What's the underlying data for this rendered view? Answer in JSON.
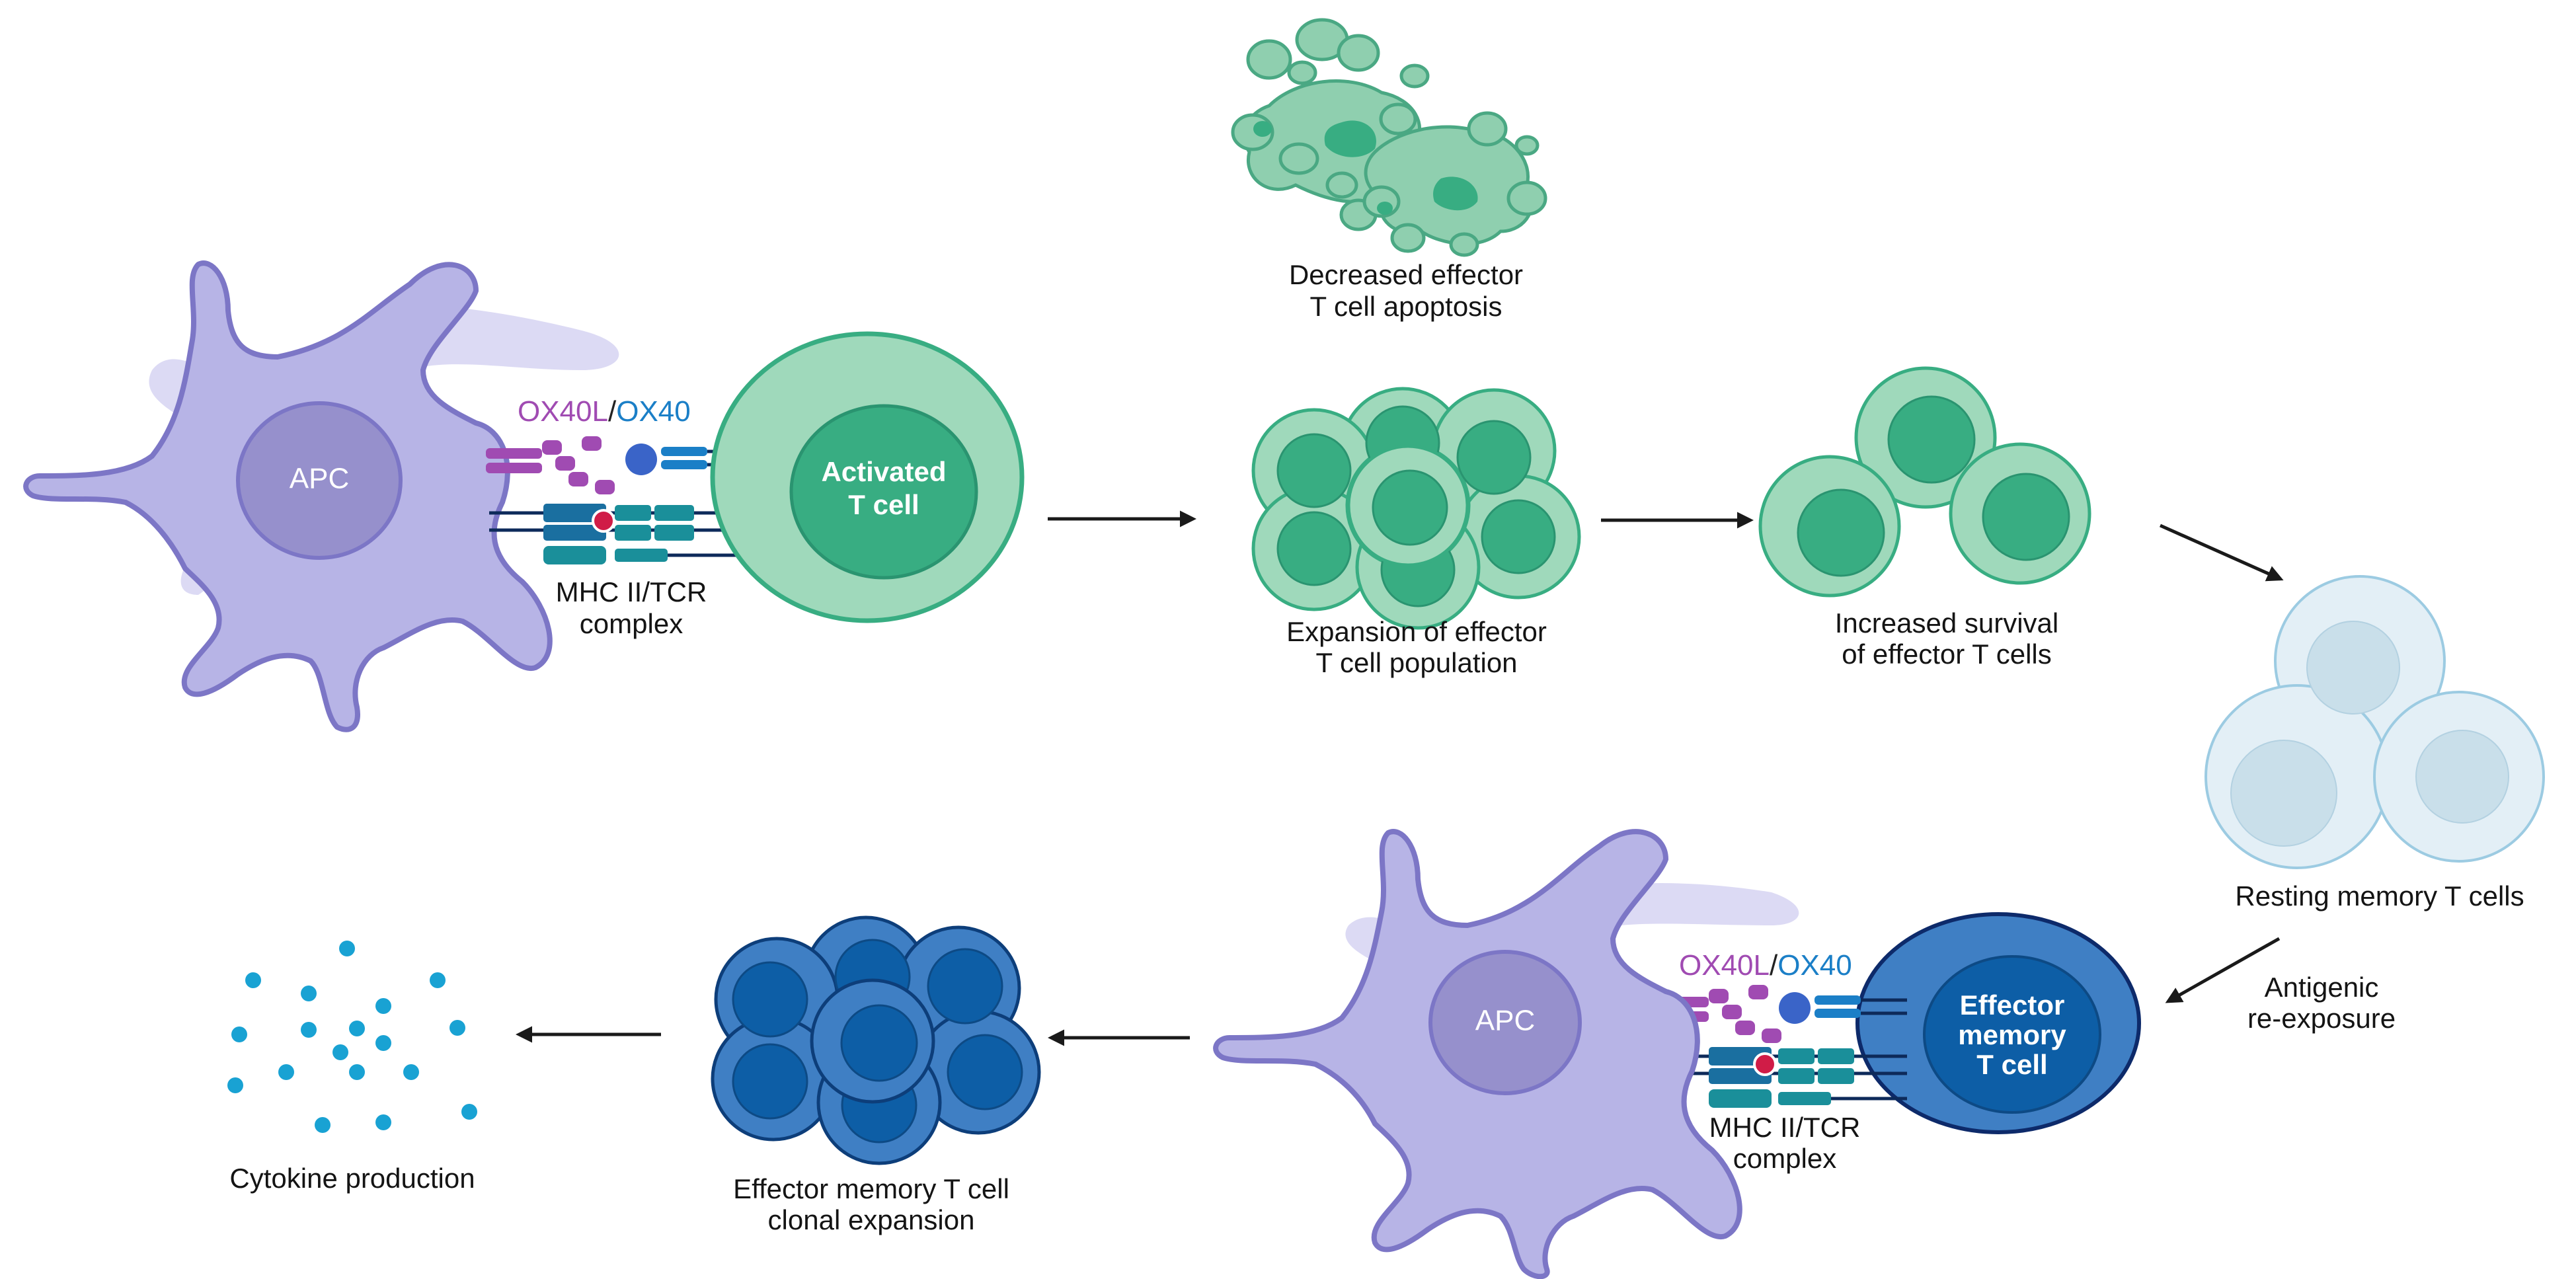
{
  "labels": {
    "apc_top": "APC",
    "apc_bottom": "APC",
    "ox40l_top": "OX40L",
    "slash_top": "/",
    "ox40_top": "OX40",
    "ox40l_bottom": "OX40L",
    "slash_bottom": "/",
    "ox40_bottom": "OX40",
    "mhc_top_l1": "MHC II/TCR",
    "mhc_top_l2": "complex",
    "mhc_bottom_l1": "MHC II/TCR",
    "mhc_bottom_l2": "complex",
    "activated_l1": "Activated",
    "activated_l2": "T cell",
    "apoptosis_l1": "Decreased effector",
    "apoptosis_l2": "T cell apoptosis",
    "expansion_l1": "Expansion of effector",
    "expansion_l2": "T cell population",
    "survival_l1": "Increased survival",
    "survival_l2": "of effector T cells",
    "resting": "Resting memory T cells",
    "reexposure_l1": "Antigenic",
    "reexposure_l2": "re-exposure",
    "effector_mem_l1": "Effector",
    "effector_mem_l2": "memory",
    "effector_mem_l3": "T cell",
    "clonal_l1": "Effector memory T cell",
    "clonal_l2": "clonal expansion",
    "cytokine": "Cytokine production"
  },
  "colors": {
    "apc_body": "#b7b4e6",
    "apc_nucleus": "#9690cc",
    "green_outer": "#9fd9bb",
    "green_inner": "#38ad82",
    "blue_outer": "#3f7fc4",
    "blue_inner": "#0d5ea6",
    "resting_outer": "#e3eff6",
    "resting_inner": "#c9dfea",
    "cytokine": "#19a2d3",
    "ox40l": "#a04bb2",
    "ox40": "#1b7fc7",
    "tcr": "#1a8f9a"
  }
}
